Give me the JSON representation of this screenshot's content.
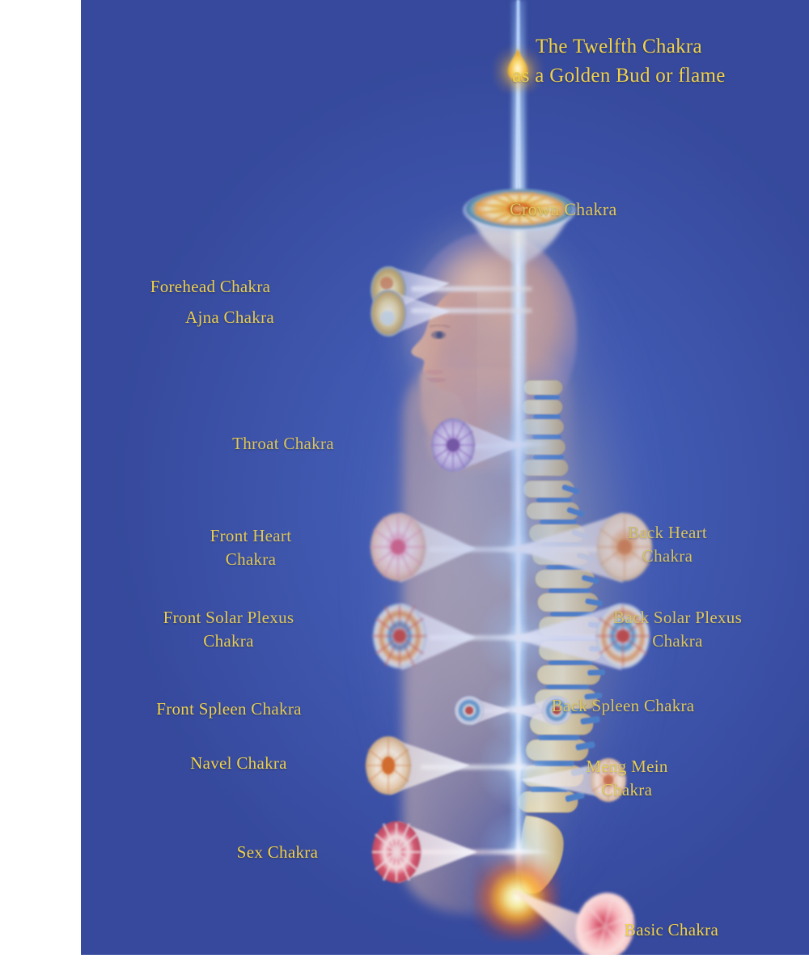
{
  "poster": {
    "background_color": "#3a51a8",
    "label_color": "#f2d34a",
    "title": "The Twelfth Chakra\nas a Golden Bud or flame"
  },
  "labels": {
    "crown": "Crown Chakra",
    "forehead": "Forehead Chakra",
    "ajna": "Ajna Chakra",
    "throat": "Throat Chakra",
    "front_heart": "Front Heart\nChakra",
    "back_heart": "Back Heart\nChakra",
    "front_solar_plexus": "Front Solar Plexus\nChakra",
    "back_solar_plexus": "Back Solar Plexus\nChakra",
    "front_spleen": "Front Spleen Chakra",
    "back_spleen": "Back Spleen Chakra",
    "navel": "Navel Chakra",
    "meng_mein": "Meng Mein\nChakra",
    "sex": "Sex Chakra",
    "basic": "Basic Chakra"
  },
  "chakras": [
    {
      "id": "twelfth",
      "name": "Twelfth Chakra",
      "form": "golden-bud",
      "color": "#f5c542"
    },
    {
      "id": "crown",
      "name": "Crown Chakra",
      "form": "funnel-up",
      "color": "#f0a83c"
    },
    {
      "id": "forehead",
      "name": "Forehead Chakra",
      "form": "funnel-left",
      "color": "#e3c36a"
    },
    {
      "id": "ajna",
      "name": "Ajna Chakra",
      "form": "funnel-left",
      "color": "#e3c36a"
    },
    {
      "id": "throat",
      "name": "Throat Chakra",
      "form": "funnel-left",
      "color": "#b38ccb"
    },
    {
      "id": "front-heart",
      "name": "Front Heart Chakra",
      "form": "funnel-left",
      "color": "#f09aa8"
    },
    {
      "id": "back-heart",
      "name": "Back Heart Chakra",
      "form": "funnel-right",
      "color": "#e8a070"
    },
    {
      "id": "front-solar-plexus",
      "name": "Front Solar Plexus Chakra",
      "form": "funnel-left",
      "color": "#d9544a"
    },
    {
      "id": "back-solar-plexus",
      "name": "Back Solar Plexus Chakra",
      "form": "funnel-right",
      "color": "#d9544a"
    },
    {
      "id": "front-spleen",
      "name": "Front Spleen Chakra",
      "form": "funnel-left",
      "color": "#4a8fd0"
    },
    {
      "id": "back-spleen",
      "name": "Back Spleen Chakra",
      "form": "funnel-right",
      "color": "#4a8fd0"
    },
    {
      "id": "navel",
      "name": "Navel Chakra",
      "form": "funnel-left",
      "color": "#e2712f"
    },
    {
      "id": "meng-mein",
      "name": "Meng Mein Chakra",
      "form": "funnel-right",
      "color": "#e0906a"
    },
    {
      "id": "sex",
      "name": "Sex Chakra",
      "form": "funnel-left",
      "color": "#d5596b"
    },
    {
      "id": "basic",
      "name": "Basic Chakra",
      "form": "funnel-down",
      "color": "#d1465e"
    }
  ],
  "anatomy": {
    "figure": "human head profile facing left with translucent torso",
    "spine": "vertebral column with vertebrae and intervertebral discs",
    "central_channel": "vertical luminous energy channel along the spine",
    "aura": "golden-white energy field surrounding the body"
  }
}
